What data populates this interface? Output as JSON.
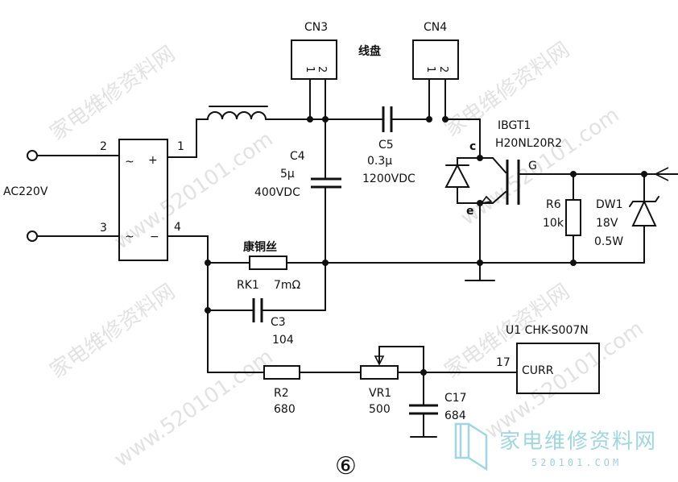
{
  "labels": {
    "cn3": "CN3",
    "cn4": "CN4",
    "coil": "线盘",
    "pin1": "1",
    "pin2": "2",
    "ac": "AC220V",
    "bridge_pin1": "1",
    "bridge_pin2": "2",
    "bridge_pin3": "3",
    "bridge_pin4": "4",
    "bridge_plus": "+",
    "bridge_minus": "−",
    "bridge_ac1": "~",
    "bridge_ac2": "~",
    "c4_name": "C4",
    "c4_value": "5μ",
    "c4_voltage": "400VDC",
    "c5_name": "C5",
    "c5_value": "0.3μ",
    "c5_voltage": "1200VDC",
    "igbt_name": "IBGT1",
    "igbt_part": "H20NL20R2",
    "igbt_c": "c",
    "igbt_e": "e",
    "igbt_g": "G",
    "r6_name": "R6",
    "r6_value": "10k",
    "dw1_name": "DW1",
    "dw1_value": "18V",
    "dw1_power": "0.5W",
    "rk1_material": "康铜丝",
    "rk1_name": "RK1",
    "rk1_value": "7mΩ",
    "c3_name": "C3",
    "c3_value": "104",
    "r2_name": "R2",
    "r2_value": "680",
    "vr1_name": "VR1",
    "vr1_value": "500",
    "c17_name": "C17",
    "c17_value": "684",
    "u1_name": "U1 CHK-S007N",
    "u1_pin": "17",
    "u1_pin_name": "CURR",
    "figure_number": "⑥"
  },
  "watermark": {
    "site_name": "家电维修资料网",
    "url": "www.520101.com",
    "logo_text": "家电维修资料网",
    "logo_url": "520101.COM"
  },
  "colors": {
    "line": "#111111",
    "watermark": "#d9d9d9",
    "logo": "#9fd6df"
  }
}
